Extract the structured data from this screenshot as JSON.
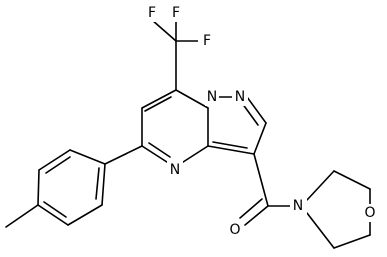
{
  "molecule": {
    "atoms": [
      {
        "id": "F1",
        "label": "F"
      },
      {
        "id": "F2",
        "label": "F"
      },
      {
        "id": "F3",
        "label": "F"
      },
      {
        "id": "N1",
        "label": "N"
      },
      {
        "id": "N2",
        "label": "N"
      },
      {
        "id": "N3",
        "label": "N"
      },
      {
        "id": "O1",
        "label": "O"
      },
      {
        "id": "N4",
        "label": "N"
      },
      {
        "id": "O2",
        "label": "O"
      }
    ]
  }
}
